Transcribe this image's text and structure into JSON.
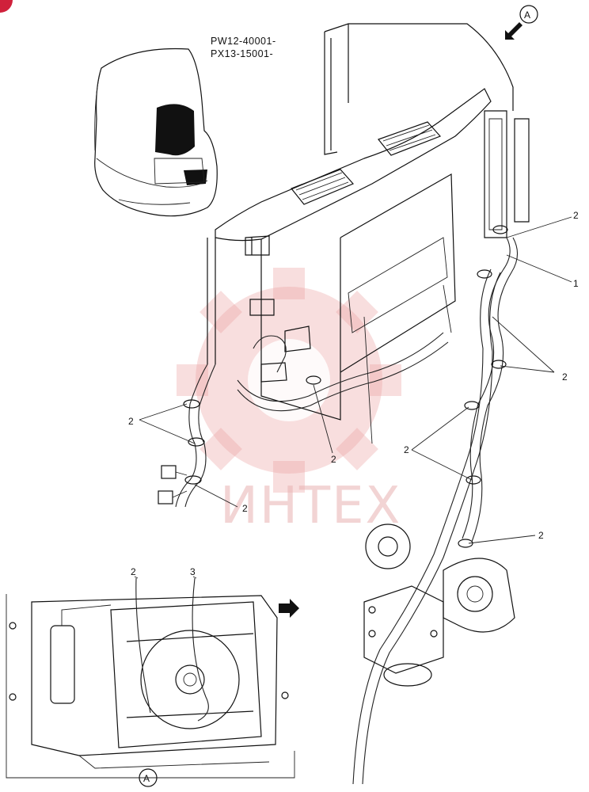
{
  "serial_ranges": [
    "PW12-40001-",
    "PX13-15001-"
  ],
  "view_marker": "A",
  "inset_marker": "A",
  "watermark": "ИНТЕХ",
  "callouts": {
    "c1": "2",
    "c2": "1",
    "c3": "2",
    "c4": "2",
    "c5": "2",
    "c6": "2",
    "c7": "2",
    "c8": "2",
    "c9": "2",
    "c10": "3"
  },
  "colors": {
    "line": "#111111",
    "watermark": "#e7b0b0",
    "corner_badge": "#d0213b"
  },
  "icons": [
    "view-direction-arrow-icon",
    "inset-direction-arrow-icon",
    "watermark-gear-icon"
  ]
}
